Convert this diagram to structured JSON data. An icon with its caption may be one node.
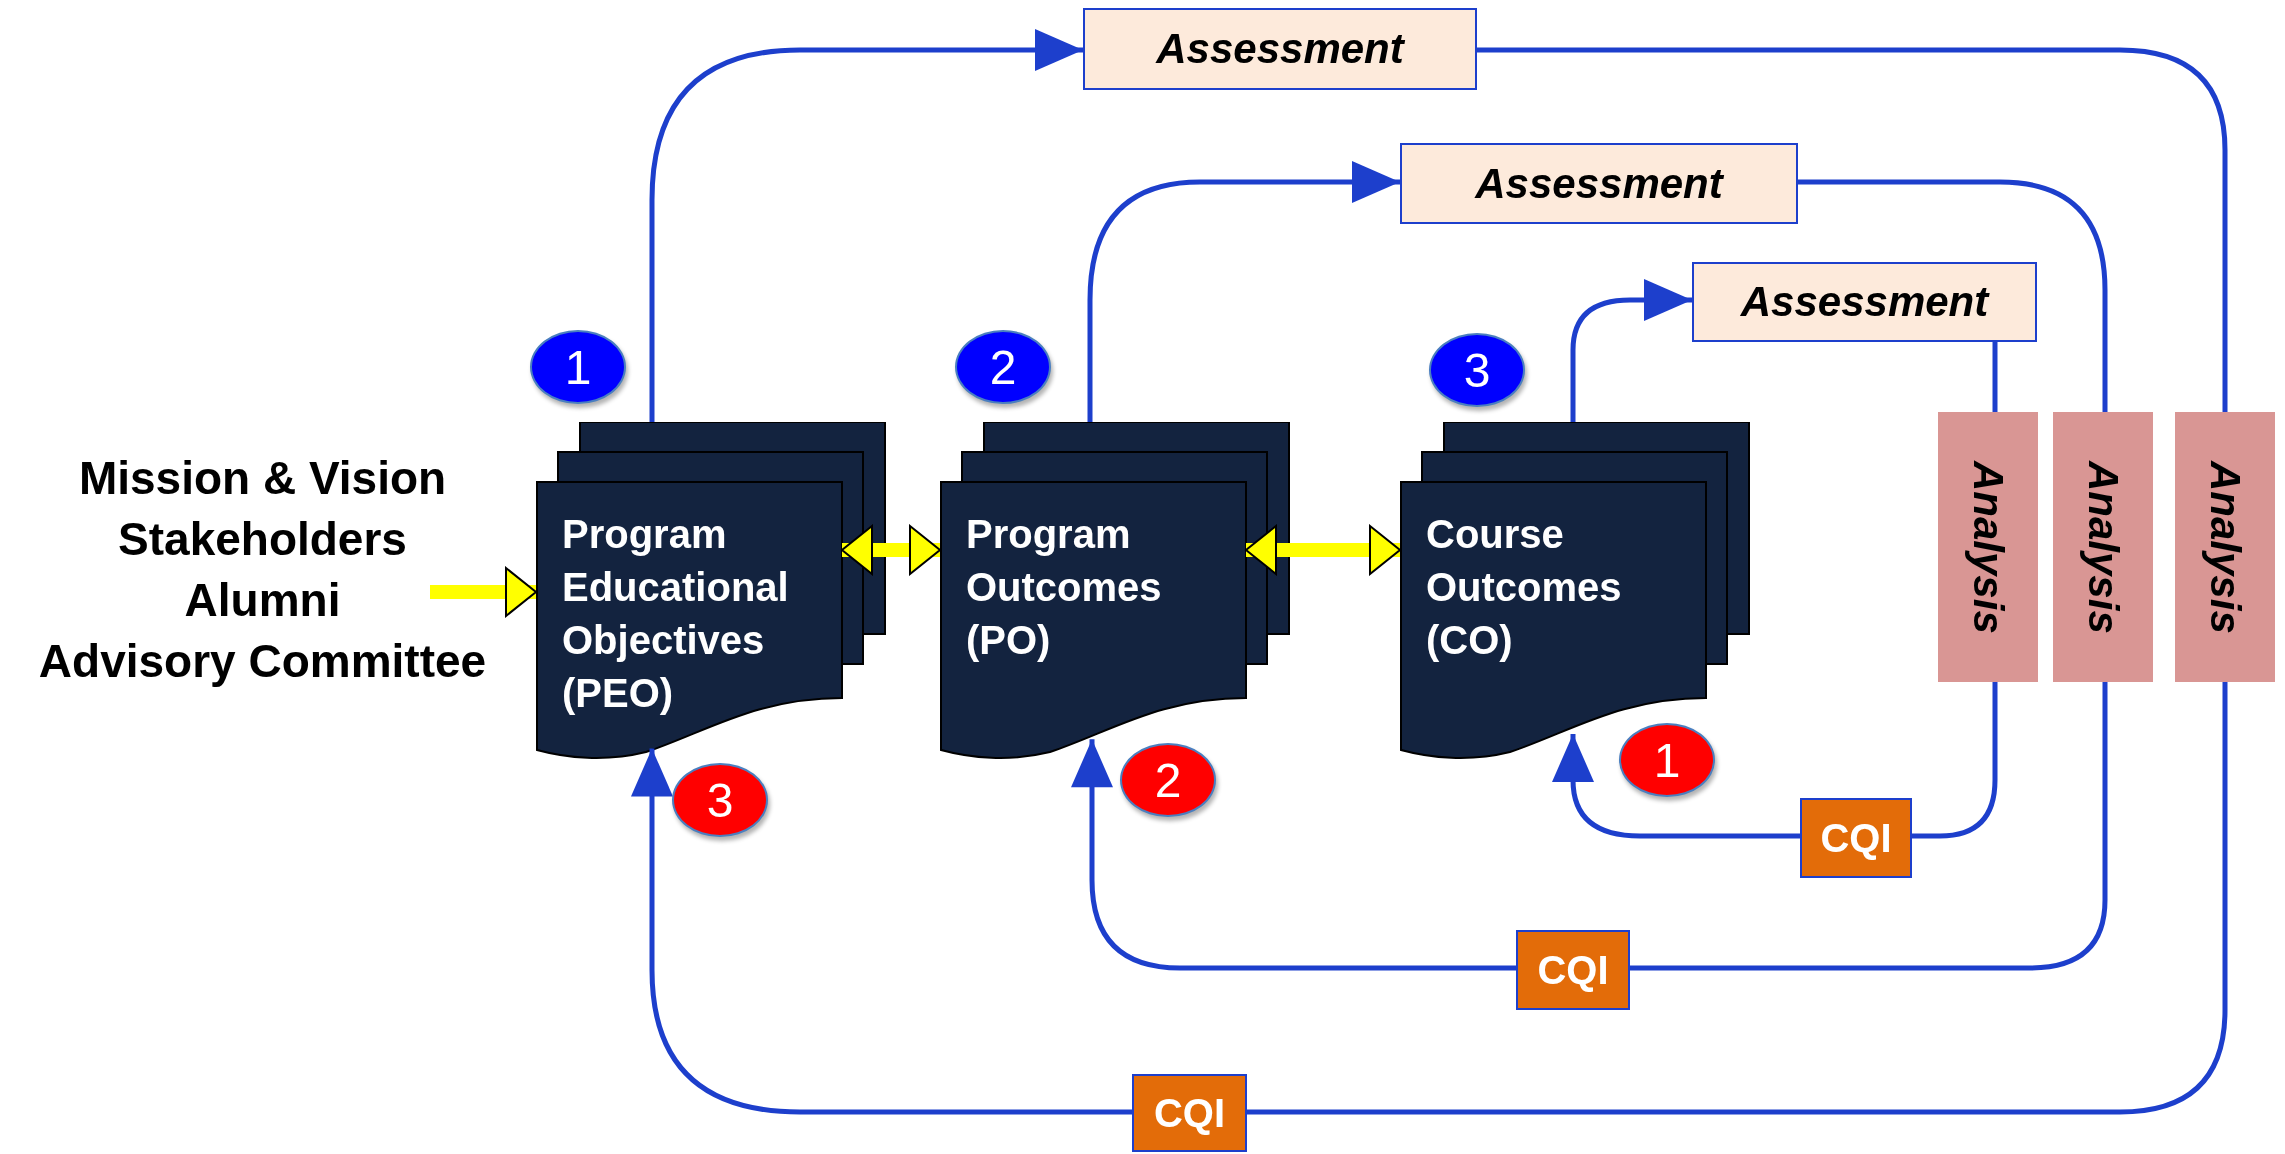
{
  "diagram": {
    "nodes": [
      {
        "text": [
          "Mission & Vision",
          "Stakeholders",
          "Alumni",
          "Advisory Committee"
        ]
      },
      {
        "text": [
          "Program Educational Objectives (PEO)"
        ]
      },
      {
        "text": [
          "Program Outcomes (PO)"
        ]
      },
      {
        "text": [
          "Course Outcomes (CO)"
        ]
      },
      {
        "text": [
          "Assessment"
        ]
      },
      {
        "text": [
          "Assessment"
        ]
      },
      {
        "text": [
          "Assessment"
        ]
      },
      {
        "text": [
          "Analysis"
        ]
      },
      {
        "text": [
          "Analysis"
        ]
      },
      {
        "text": [
          "Analysis"
        ]
      },
      {
        "text": [
          "CQI"
        ]
      },
      {
        "text": [
          "CQI"
        ]
      },
      {
        "text": [
          "CQI"
        ]
      },
      {
        "text": [
          "1"
        ]
      },
      {
        "text": [
          "2"
        ]
      },
      {
        "text": [
          "3"
        ]
      },
      {
        "text": [
          "3"
        ]
      },
      {
        "text": [
          "2"
        ]
      },
      {
        "text": [
          "1"
        ]
      }
    ],
    "edges": [
      {
        "from": 0,
        "to": 1,
        "arrow": "to",
        "style": "thick",
        "color": "#ffff00"
      },
      {
        "from": 1,
        "to": 2,
        "arrow": "both",
        "style": "thick",
        "color": "#ffff00"
      },
      {
        "from": 2,
        "to": 3,
        "arrow": "both",
        "style": "thick",
        "color": "#ffff00"
      },
      {
        "from": 1,
        "to": 4,
        "arrow": "to"
      },
      {
        "from": 4,
        "to": 9,
        "arrow": "none"
      },
      {
        "from": 9,
        "to": 12,
        "arrow": "none"
      },
      {
        "from": 12,
        "to": 1,
        "arrow": "to"
      },
      {
        "from": 2,
        "to": 5,
        "arrow": "to"
      },
      {
        "from": 5,
        "to": 8,
        "arrow": "none"
      },
      {
        "from": 8,
        "to": 11,
        "arrow": "none"
      },
      {
        "from": 11,
        "to": 2,
        "arrow": "to"
      },
      {
        "from": 3,
        "to": 6,
        "arrow": "to"
      },
      {
        "from": 6,
        "to": 7,
        "arrow": "none"
      },
      {
        "from": 7,
        "to": 10,
        "arrow": "none"
      },
      {
        "from": 10,
        "to": 3,
        "arrow": "to"
      }
    ]
  }
}
